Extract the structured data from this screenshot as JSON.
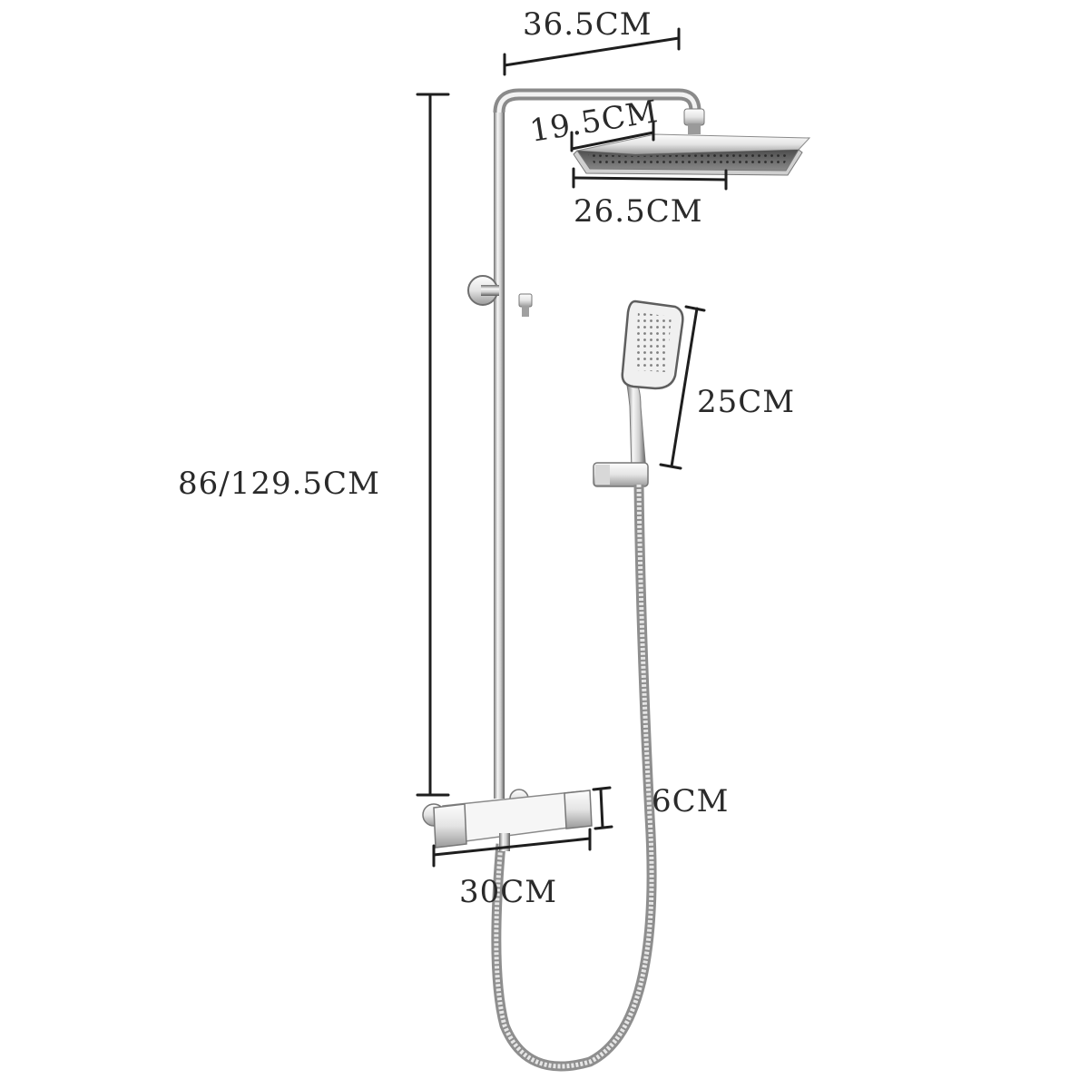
{
  "diagram": {
    "subject": "shower column with rain head, hand shower and thermostatic mixer",
    "dimensions": {
      "top_arm_width": "36.5CM",
      "head_depth": "19.5CM",
      "head_width": "26.5CM",
      "column_height": "86/129.5CM",
      "hand_shower_length": "25CM",
      "mixer_height": "6CM",
      "mixer_width": "30CM"
    }
  },
  "colors": {
    "line": "#1e1e1e",
    "text": "#2a2a2a",
    "chrome_light": "#f2f2f2",
    "chrome_dark": "#7a7a7a"
  }
}
